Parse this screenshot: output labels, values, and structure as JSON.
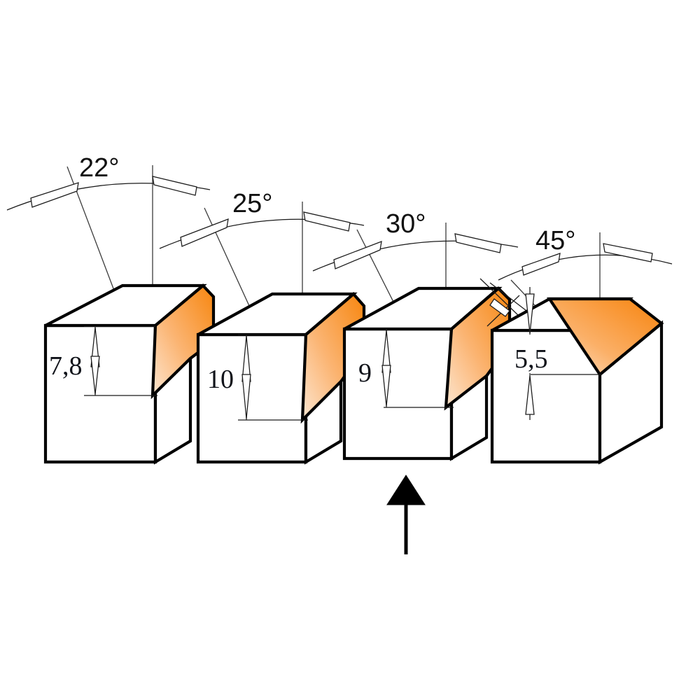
{
  "figure": {
    "title": "Chamfer angle reference blocks",
    "background_color": "#ffffff",
    "line_color": "#000000",
    "thin_line_color": "#1a1a1a",
    "chamfer_color_light": "#fde0c4",
    "chamfer_color_mid": "#f7a košice",
    "chamfer_color_dark": "#f57f17"
  },
  "blocks": [
    {
      "id": "block-1",
      "angle_label": "22°",
      "depth_label": "7,8",
      "highlight": false
    },
    {
      "id": "block-2",
      "angle_label": "25°",
      "depth_label": "10",
      "highlight": false
    },
    {
      "id": "block-3",
      "angle_label": "30°",
      "depth_label": "9",
      "highlight": true
    },
    {
      "id": "block-4",
      "angle_label": "45°",
      "depth_label": "5,5",
      "highlight": false
    }
  ],
  "callout": {
    "name": "selection-arrow",
    "points_to": "block-3"
  }
}
